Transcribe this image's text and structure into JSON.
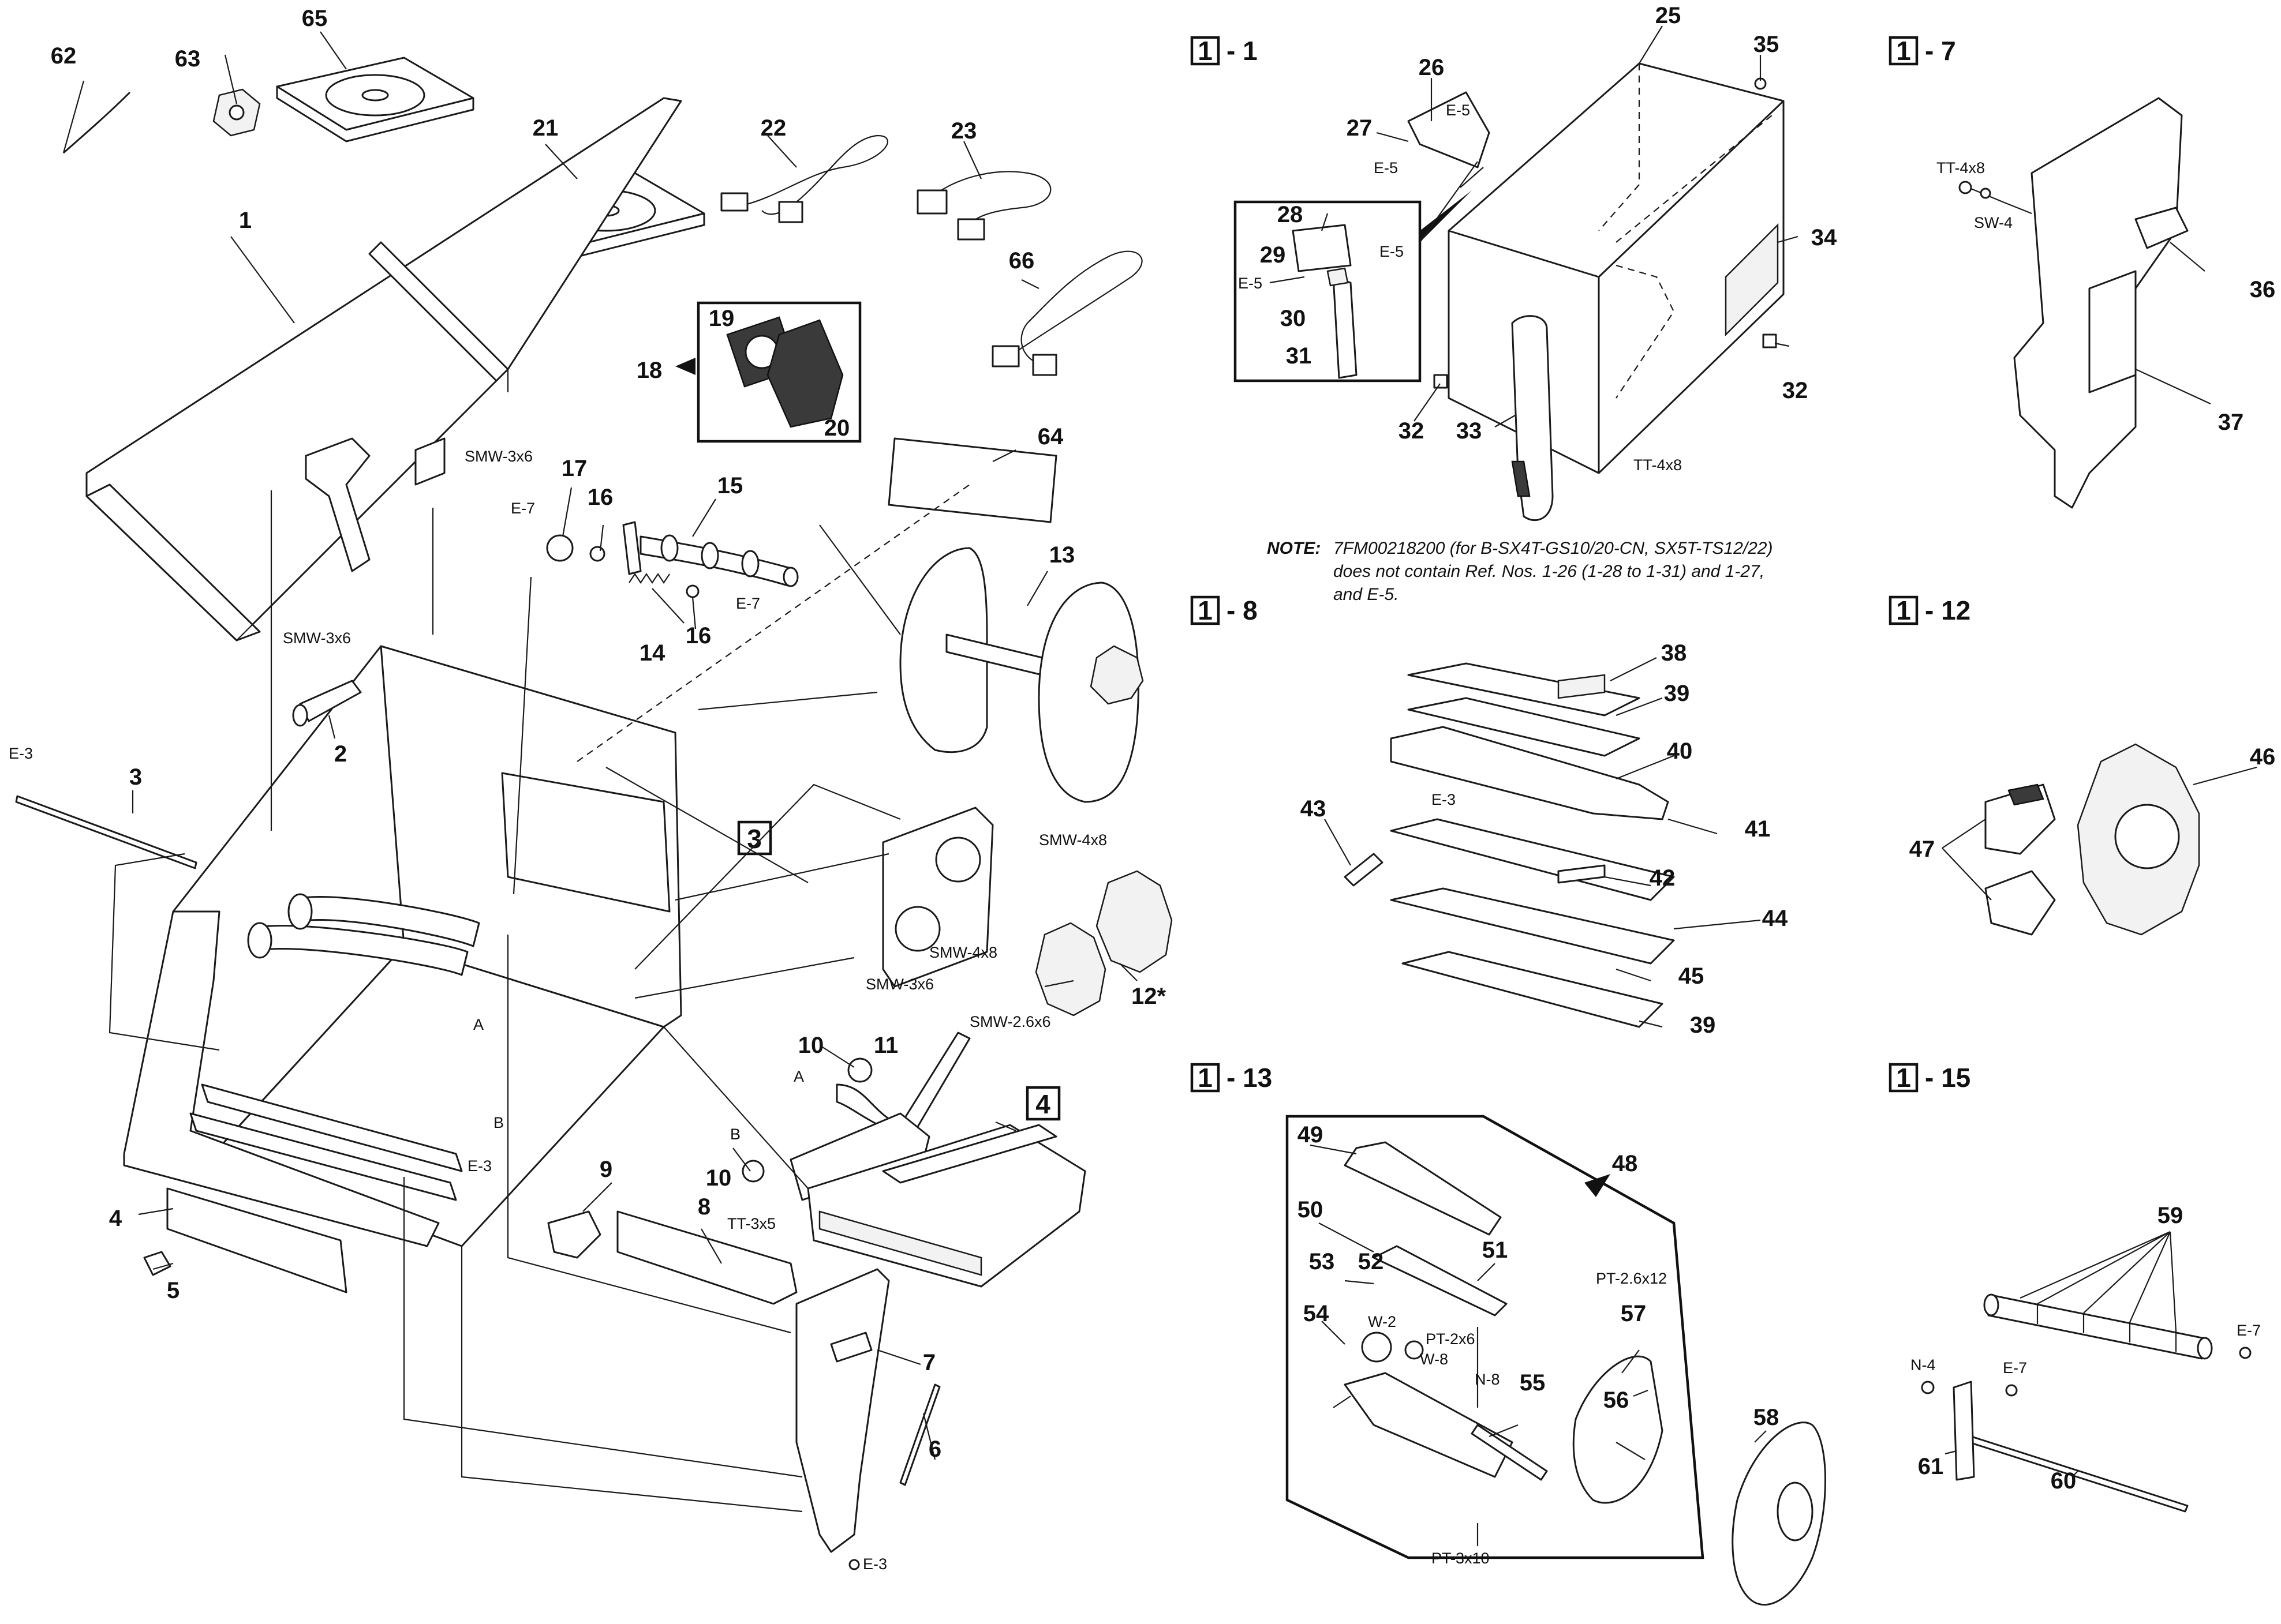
{
  "sections": [
    {
      "box": "1",
      "suffix": "- 1"
    },
    {
      "box": "1",
      "suffix": "- 7"
    },
    {
      "box": "1",
      "suffix": "- 8"
    },
    {
      "box": "1",
      "suffix": "- 12"
    },
    {
      "box": "1",
      "suffix": "- 13"
    },
    {
      "box": "1",
      "suffix": "- 15"
    }
  ],
  "boxed_refs": [
    "3",
    "4"
  ],
  "part_numbers": [
    "62",
    "63",
    "65",
    "21",
    "22",
    "23",
    "66",
    "1",
    "18",
    "19",
    "20",
    "64",
    "17",
    "16",
    "15",
    "14",
    "16",
    "13",
    "2",
    "3",
    "4",
    "5",
    "12*",
    "10",
    "11",
    "10",
    "9",
    "8",
    "7",
    "6",
    "25",
    "35",
    "26",
    "27",
    "28",
    "29",
    "30",
    "31",
    "34",
    "32",
    "33",
    "32",
    "36",
    "37",
    "38",
    "39",
    "40",
    "41",
    "42",
    "43",
    "44",
    "45",
    "39",
    "46",
    "47",
    "49",
    "48",
    "50",
    "51",
    "52",
    "53",
    "54",
    "55",
    "56",
    "57",
    "58",
    "59",
    "61",
    "60"
  ],
  "hardware_labels": [
    "SMW-3x6",
    "SMW-3x6",
    "E-7",
    "E-7",
    "E-3",
    "SMW-4x8",
    "SMW-4x8",
    "SMW-3x6",
    "SMW-2.6x6",
    "E-3",
    "TT-3x5",
    "E-3",
    "E-5",
    "E-5",
    "E-5",
    "E-5",
    "TT-4x8",
    "TT-4x8",
    "SW-4",
    "E-3",
    "W-2",
    "PT-2x6",
    "W-8",
    "N-8",
    "PT-2.6x12",
    "PT-3x10",
    "N-4",
    "E-7",
    "E-7"
  ],
  "point_labels": [
    "A",
    "B",
    "A",
    "B"
  ],
  "note": {
    "label": "NOTE:",
    "line1": "7FM00218200 (for B-SX4T-GS10/20-CN, SX5T-TS12/22)",
    "line2": "does not contain Ref. Nos. 1-26 (1-28 to 1-31) and 1-27,",
    "line3": "and E-5."
  }
}
